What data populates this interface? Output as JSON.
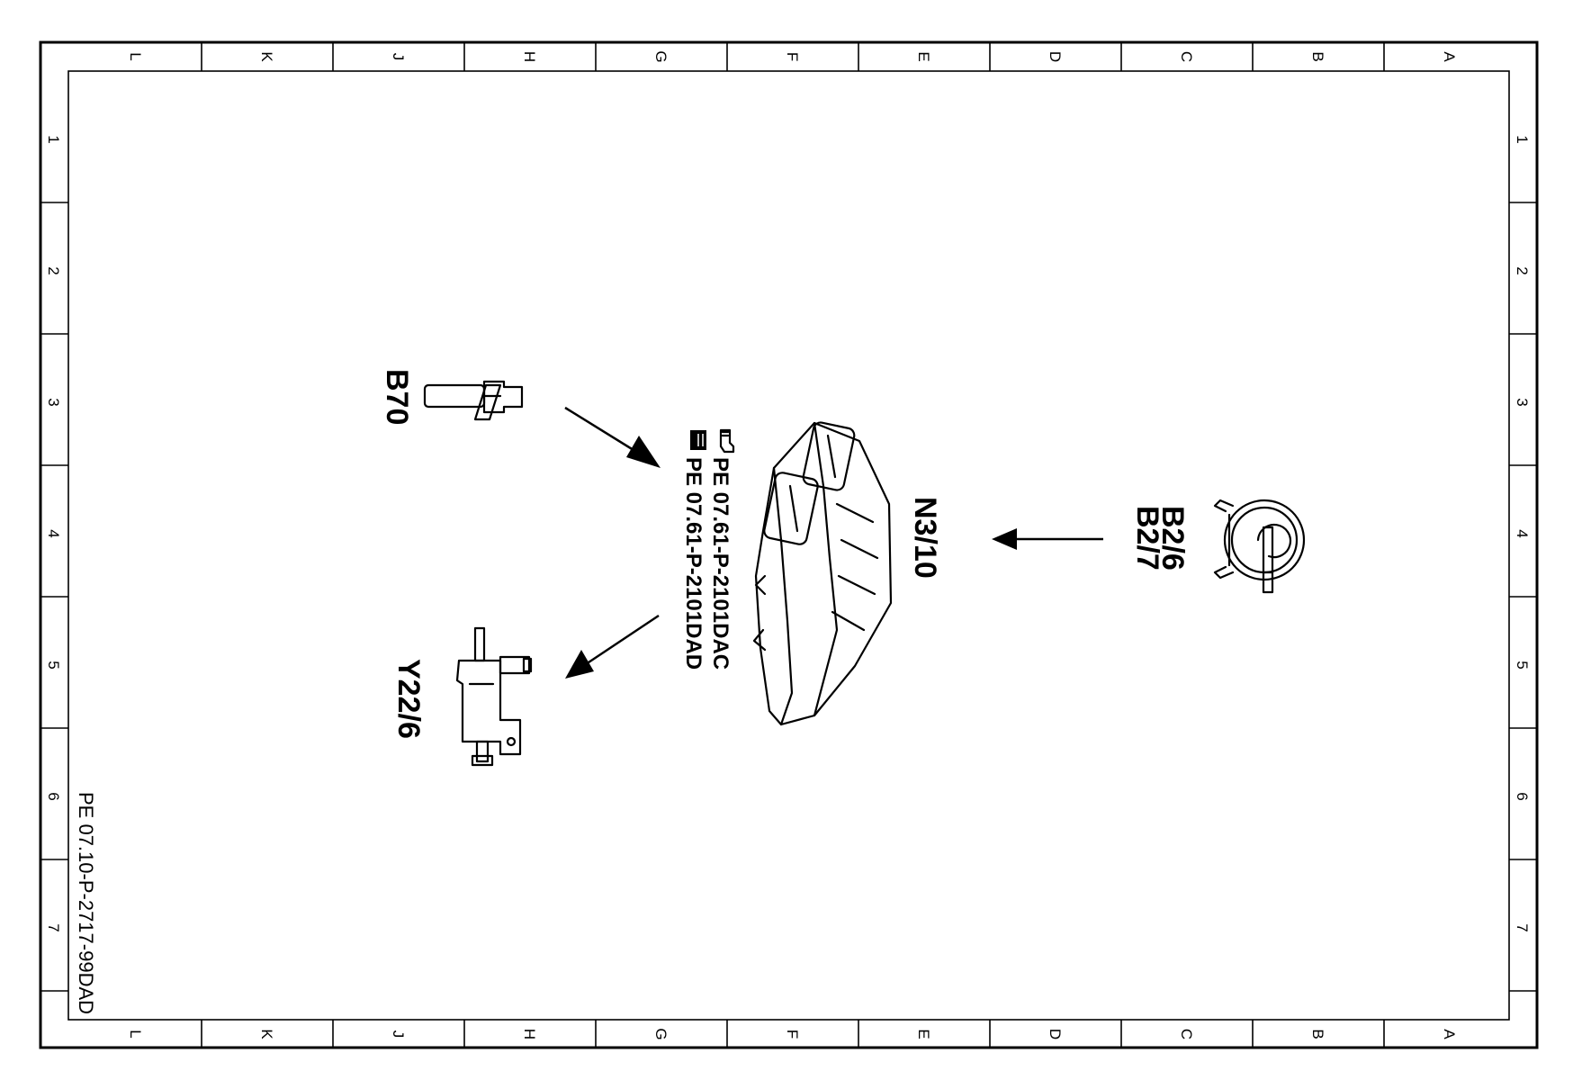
{
  "drawing": {
    "columns": [
      "L",
      "K",
      "J",
      "H",
      "G",
      "F",
      "E",
      "D",
      "C",
      "B",
      "A"
    ],
    "rows": [
      "1",
      "2",
      "3",
      "4",
      "5",
      "6",
      "7"
    ],
    "document_number": "PE 07.10-P-2717-99DAD"
  },
  "components": {
    "sensor_b70": {
      "label": "B70",
      "icon": "crankshaft-sensor-icon"
    },
    "control_unit": {
      "label": "N3/10",
      "icon": "engine-control-unit-icon"
    },
    "temp_sensors": {
      "label_1": "B2/6",
      "label_2": "B2/7",
      "icon": "hot-film-mass-air-flow-sensor-icon"
    },
    "valve_y22_6": {
      "label": "Y22/6",
      "icon": "changeover-valve-icon"
    }
  },
  "references": [
    {
      "text": "PE  07.61-P-2101DAC",
      "icon": "pointing-hand-icon"
    },
    {
      "text": "PE  07.61-P-2101DAD",
      "icon": "pointing-hand-book-icon"
    }
  ]
}
